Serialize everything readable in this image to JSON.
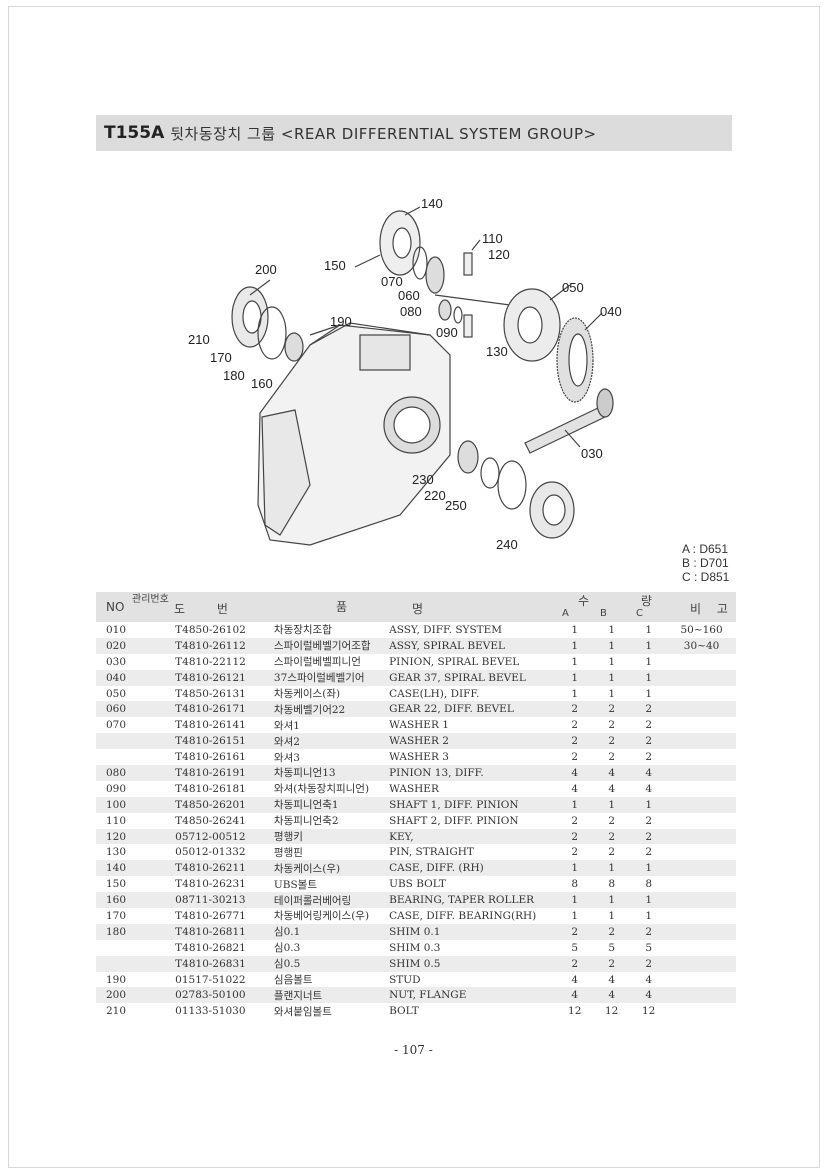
{
  "title": {
    "code": "T155A",
    "text": "뒷차동장치 그룹 <REAR DIFFERENTIAL SYSTEM GROUP>"
  },
  "callouts": [
    "140",
    "110",
    "120",
    "150",
    "200",
    "070",
    "060",
    "050",
    "080",
    "040",
    "190",
    "210",
    "090",
    "130",
    "170",
    "180",
    "160",
    "030",
    "230",
    "220",
    "250",
    "240"
  ],
  "model_legend": {
    "a": "A : D651",
    "b": "B : D701",
    "c": "C : D851"
  },
  "table_header": {
    "no": "NO",
    "ref": "관리번호",
    "part_no": "도 번",
    "name_kor": "품",
    "name_eng": "명",
    "qty": "수 량",
    "qty_a": "A",
    "qty_b": "B",
    "qty_c": "C",
    "remarks": "비 고"
  },
  "rows": [
    {
      "no": "010",
      "part": "T4850-26102",
      "kor": "차동장치조합",
      "eng": "ASSY, DIFF. SYSTEM",
      "a": "1",
      "b": "1",
      "c": "1",
      "rem": "50~160"
    },
    {
      "no": "020",
      "part": "T4810-26112",
      "kor": "스파이럴베벨기어조합",
      "eng": "ASSY, SPIRAL BEVEL",
      "a": "1",
      "b": "1",
      "c": "1",
      "rem": "30~40"
    },
    {
      "no": "030",
      "part": "T4810-22112",
      "kor": "스파이럴베벨피니언",
      "eng": "PINION, SPIRAL BEVEL",
      "a": "1",
      "b": "1",
      "c": "1",
      "rem": ""
    },
    {
      "no": "040",
      "part": "T4810-26121",
      "kor": "37스파이럴베벨기어",
      "eng": "GEAR 37, SPIRAL BEVEL",
      "a": "1",
      "b": "1",
      "c": "1",
      "rem": ""
    },
    {
      "no": "050",
      "part": "T4850-26131",
      "kor": "차동케이스(좌)",
      "eng": "CASE(LH), DIFF.",
      "a": "1",
      "b": "1",
      "c": "1",
      "rem": ""
    },
    {
      "no": "060",
      "part": "T4810-26171",
      "kor": "차동베벨기어22",
      "eng": "GEAR 22, DIFF. BEVEL",
      "a": "2",
      "b": "2",
      "c": "2",
      "rem": ""
    },
    {
      "no": "070",
      "part": "T4810-26141",
      "kor": "와셔1",
      "eng": "WASHER 1",
      "a": "2",
      "b": "2",
      "c": "2",
      "rem": ""
    },
    {
      "no": "",
      "part": "T4810-26151",
      "kor": "와셔2",
      "eng": "WASHER 2",
      "a": "2",
      "b": "2",
      "c": "2",
      "rem": ""
    },
    {
      "no": "",
      "part": "T4810-26161",
      "kor": "와셔3",
      "eng": "WASHER 3",
      "a": "2",
      "b": "2",
      "c": "2",
      "rem": ""
    },
    {
      "no": "080",
      "part": "T4810-26191",
      "kor": "차동피니언13",
      "eng": "PINION 13, DIFF.",
      "a": "4",
      "b": "4",
      "c": "4",
      "rem": ""
    },
    {
      "no": "090",
      "part": "T4810-26181",
      "kor": "와셔(차동장치피니언)",
      "eng": "WASHER",
      "a": "4",
      "b": "4",
      "c": "4",
      "rem": ""
    },
    {
      "no": "100",
      "part": "T4850-26201",
      "kor": "차동피니언축1",
      "eng": "SHAFT 1, DIFF. PINION",
      "a": "1",
      "b": "1",
      "c": "1",
      "rem": ""
    },
    {
      "no": "110",
      "part": "T4850-26241",
      "kor": "차동피니언축2",
      "eng": "SHAFT 2, DIFF. PINION",
      "a": "2",
      "b": "2",
      "c": "2",
      "rem": ""
    },
    {
      "no": "120",
      "part": "05712-00512",
      "kor": "평행키",
      "eng": "KEY,",
      "a": "2",
      "b": "2",
      "c": "2",
      "rem": ""
    },
    {
      "no": "130",
      "part": "05012-01332",
      "kor": "평행핀",
      "eng": "PIN, STRAIGHT",
      "a": "2",
      "b": "2",
      "c": "2",
      "rem": ""
    },
    {
      "no": "140",
      "part": "T4810-26211",
      "kor": "차동케이스(우)",
      "eng": "CASE, DIFF. (RH)",
      "a": "1",
      "b": "1",
      "c": "1",
      "rem": ""
    },
    {
      "no": "150",
      "part": "T4810-26231",
      "kor": "UBS볼트",
      "eng": "UBS BOLT",
      "a": "8",
      "b": "8",
      "c": "8",
      "rem": ""
    },
    {
      "no": "160",
      "part": "08711-30213",
      "kor": "테이퍼롤러베어링",
      "eng": "BEARING, TAPER ROLLER",
      "a": "1",
      "b": "1",
      "c": "1",
      "rem": ""
    },
    {
      "no": "170",
      "part": "T4810-26771",
      "kor": "차동베어링케이스(우)",
      "eng": "CASE, DIFF. BEARING(RH)",
      "a": "1",
      "b": "1",
      "c": "1",
      "rem": ""
    },
    {
      "no": "180",
      "part": "T4810-26811",
      "kor": "심0.1",
      "eng": "SHIM 0.1",
      "a": "2",
      "b": "2",
      "c": "2",
      "rem": ""
    },
    {
      "no": "",
      "part": "T4810-26821",
      "kor": "심0.3",
      "eng": "SHIM 0.3",
      "a": "5",
      "b": "5",
      "c": "5",
      "rem": ""
    },
    {
      "no": "",
      "part": "T4810-26831",
      "kor": "심0.5",
      "eng": "SHIM 0.5",
      "a": "2",
      "b": "2",
      "c": "2",
      "rem": ""
    },
    {
      "no": "190",
      "part": "01517-51022",
      "kor": "심음볼트",
      "eng": "STUD",
      "a": "4",
      "b": "4",
      "c": "4",
      "rem": ""
    },
    {
      "no": "200",
      "part": "02783-50100",
      "kor": "플랜지너트",
      "eng": "NUT, FLANGE",
      "a": "4",
      "b": "4",
      "c": "4",
      "rem": ""
    },
    {
      "no": "210",
      "part": "01133-51030",
      "kor": "와셔붙임볼트",
      "eng": "BOLT",
      "a": "12",
      "b": "12",
      "c": "12",
      "rem": ""
    }
  ],
  "page_number": "- 107 -"
}
